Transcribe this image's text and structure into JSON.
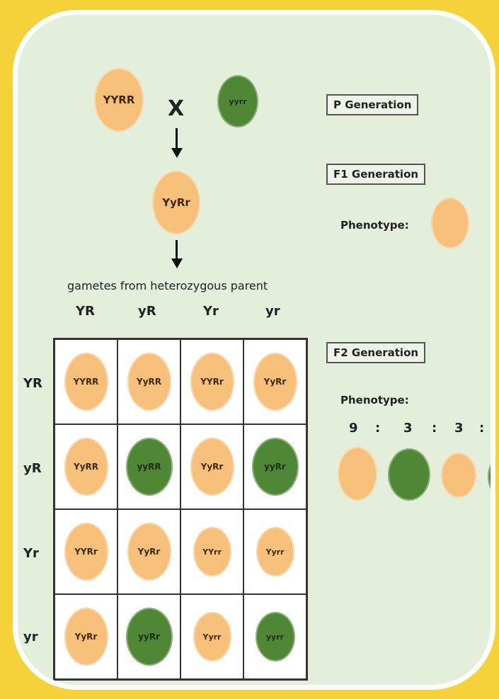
{
  "parents": {
    "p1": {
      "label": "YYRR",
      "color": "#f7c07a"
    },
    "cross_symbol": "X",
    "p2": {
      "label": "yyrr",
      "color": "#4f8736"
    }
  },
  "f1": {
    "label": "YyRr"
  },
  "gametes_caption": "gametes from heterozygous parent",
  "columns": [
    "YR",
    "yR",
    "Yr",
    "yr"
  ],
  "rows": [
    "YR",
    "yR",
    "Yr",
    "yr"
  ],
  "punnett": [
    [
      {
        "label": "YYRR",
        "phenotype": "yellow-round"
      },
      {
        "label": "YyRR",
        "phenotype": "yellow-round"
      },
      {
        "label": "YYRr",
        "phenotype": "yellow-round"
      },
      {
        "label": "YyRr",
        "phenotype": "yellow-round"
      }
    ],
    [
      {
        "label": "YyRR",
        "phenotype": "yellow-round"
      },
      {
        "label": "yyRR",
        "phenotype": "green-round"
      },
      {
        "label": "YyRr",
        "phenotype": "yellow-round"
      },
      {
        "label": "yyRr",
        "phenotype": "green-round"
      }
    ],
    [
      {
        "label": "YYRr",
        "phenotype": "yellow-round"
      },
      {
        "label": "YyRr",
        "phenotype": "yellow-round"
      },
      {
        "label": "YYrr",
        "phenotype": "yellow-wrinkled"
      },
      {
        "label": "Yyrr",
        "phenotype": "yellow-wrinkled"
      }
    ],
    [
      {
        "label": "YyRr",
        "phenotype": "yellow-round"
      },
      {
        "label": "yyRr",
        "phenotype": "green-round"
      },
      {
        "label": "Yyrr",
        "phenotype": "yellow-wrinkled"
      },
      {
        "label": "yyrr",
        "phenotype": "green-wrinkled"
      }
    ]
  ],
  "labels": {
    "p_generation": "P Generation",
    "f1_generation": "F1 Generation",
    "f2_generation": "F2 Generation",
    "phenotype_f1": "Phenotype:",
    "phenotype_f2": "Phenotype:"
  },
  "f2_ratio": [
    "9",
    ":",
    "3",
    ":",
    "3",
    ":"
  ],
  "colors": {
    "yellow": "#f7c07a",
    "green": "#4f8736",
    "background": "#e3eedb",
    "frame": "#f6d23a"
  }
}
